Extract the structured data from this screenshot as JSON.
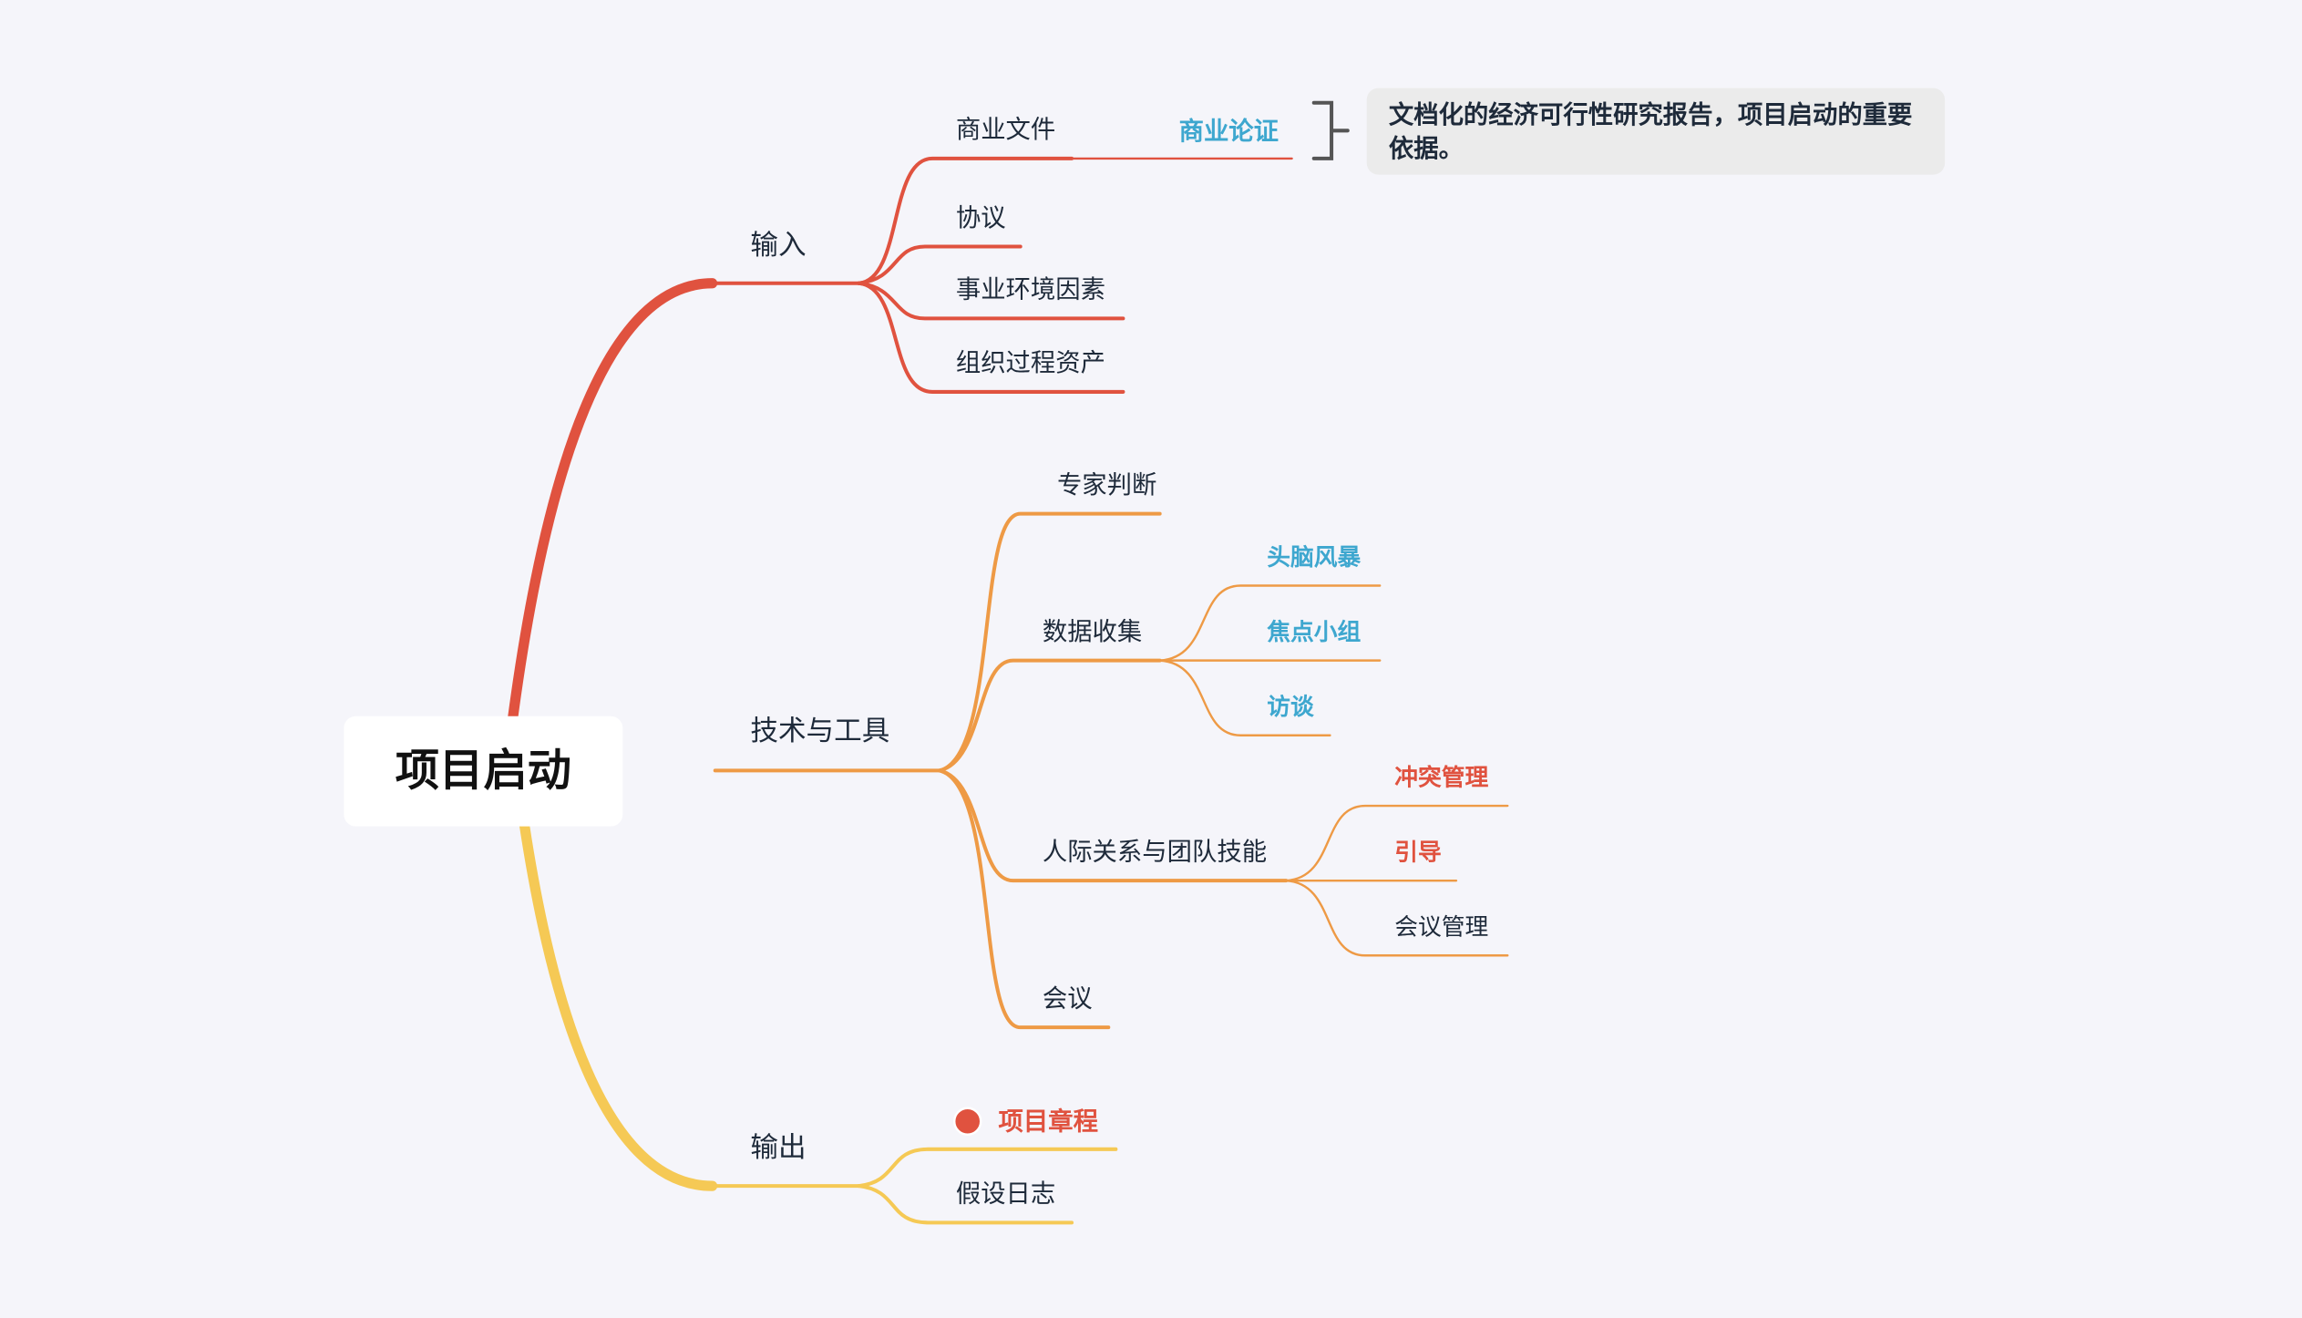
{
  "root": {
    "label": "项目启动"
  },
  "colors": {
    "background": "#f5f5fa",
    "input": "#e0523f",
    "tools": "#ee9a45",
    "output": "#f5c955",
    "highlight_blue": "#3ea7cf",
    "highlight_red": "#e0523f",
    "note_bg": "#ebebeb"
  },
  "branches": {
    "input": {
      "label": "输入",
      "children": [
        {
          "label": "商业文件",
          "sub": {
            "label": "商业论证",
            "note": [
              "文档化的经济可行性研究报告，项目启动的重要",
              "依据。"
            ]
          }
        },
        {
          "label": "协议"
        },
        {
          "label": "事业环境因素"
        },
        {
          "label": "组织过程资产"
        }
      ]
    },
    "tools": {
      "label": "技术与工具",
      "children": [
        {
          "label": "专家判断"
        },
        {
          "label": "数据收集",
          "subs": [
            "头脑风暴",
            "焦点小组",
            "访谈"
          ]
        },
        {
          "label": "人际关系与团队技能",
          "subs": [
            "冲突管理",
            "引导",
            "会议管理"
          ]
        },
        {
          "label": "会议"
        }
      ]
    },
    "output": {
      "label": "输出",
      "children": [
        {
          "label": "项目章程",
          "icon": "star-icon"
        },
        {
          "label": "假设日志"
        }
      ]
    }
  }
}
